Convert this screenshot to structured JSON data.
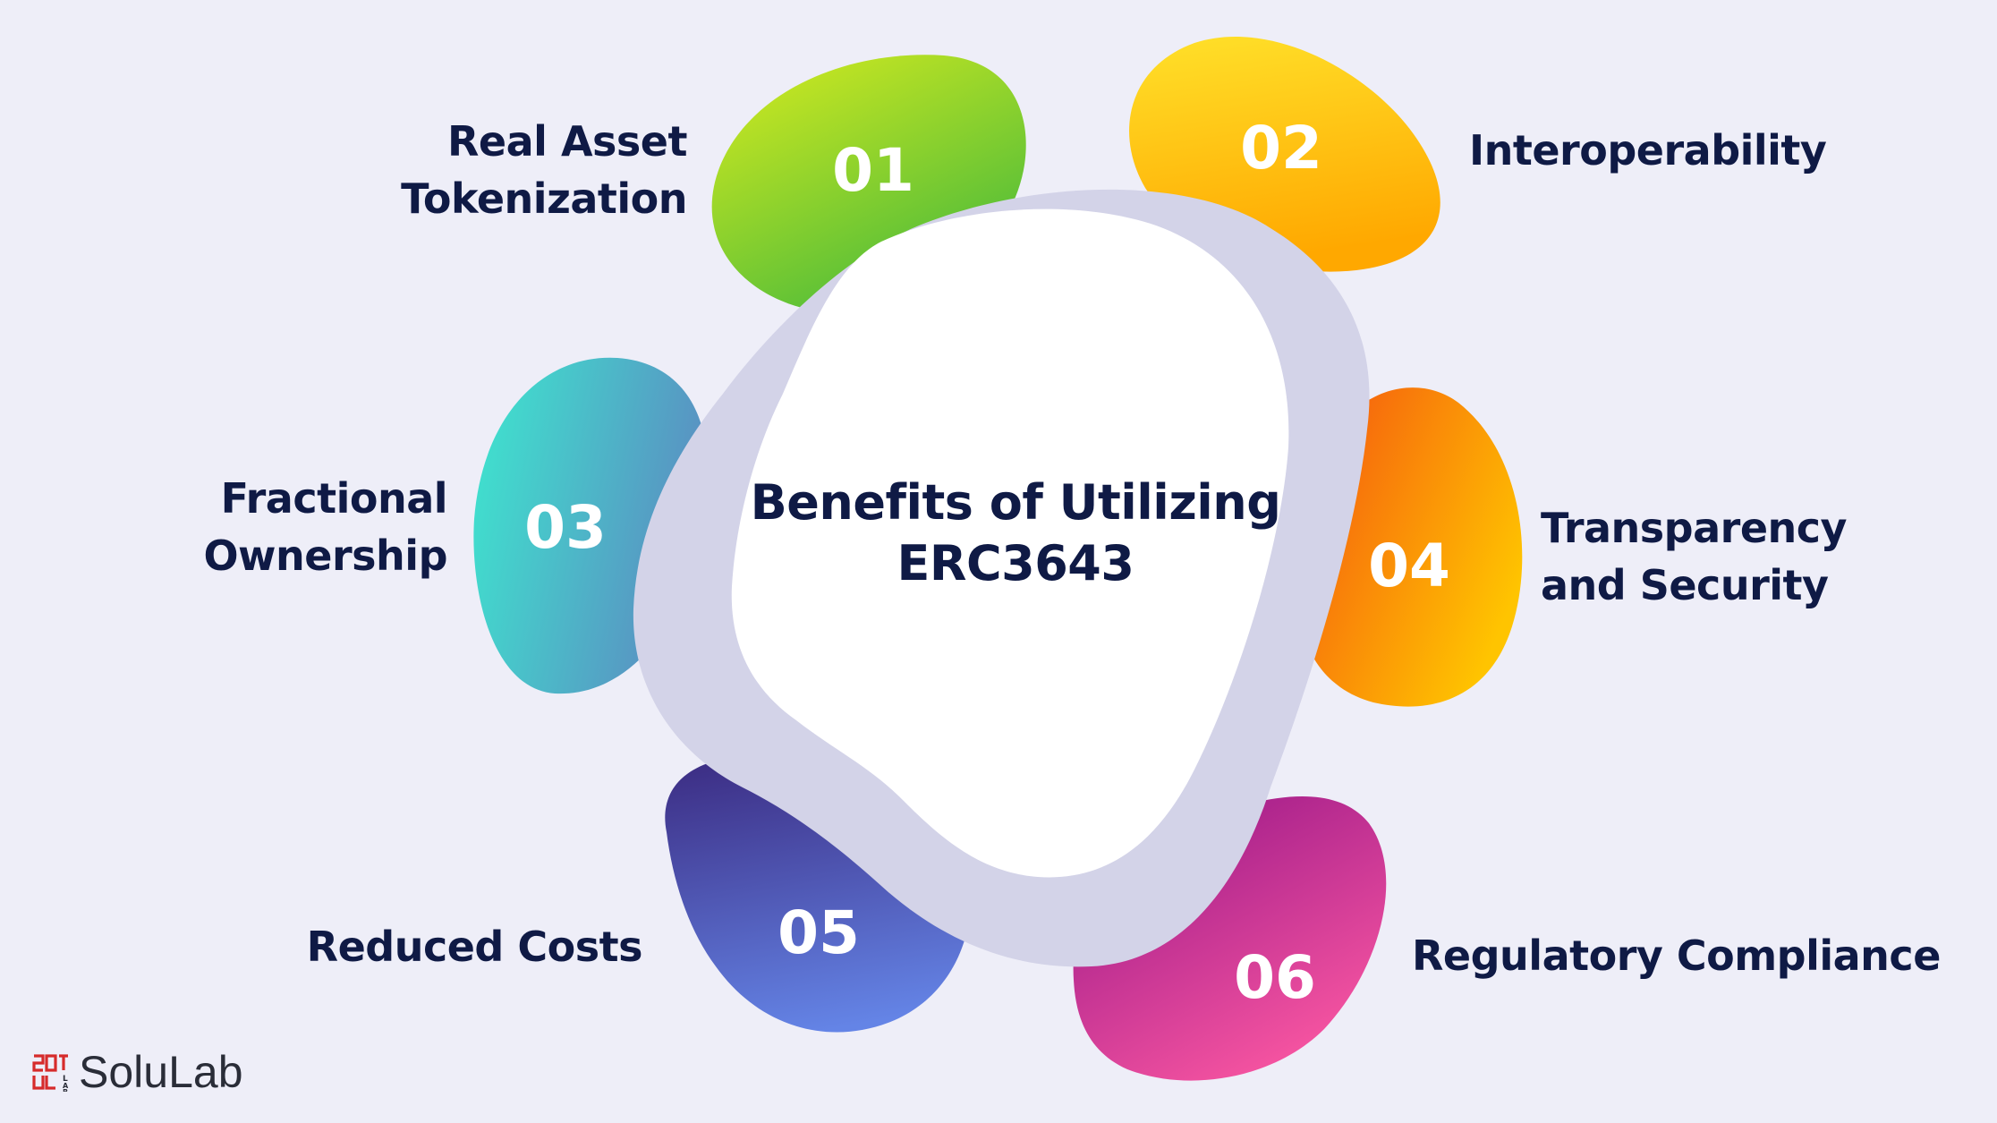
{
  "center": {
    "title_line1": "Benefits of Utilizing",
    "title_line2": "ERC3643"
  },
  "items": [
    {
      "number": "01",
      "label_line1": "Real Asset",
      "label_line2": "Tokenization"
    },
    {
      "number": "02",
      "label_line1": "Interoperability",
      "label_line2": ""
    },
    {
      "number": "03",
      "label_line1": "Fractional",
      "label_line2": "Ownership"
    },
    {
      "number": "04",
      "label_line1": "Transparency",
      "label_line2": "and Security"
    },
    {
      "number": "05",
      "label_line1": "Reduced Costs",
      "label_line2": ""
    },
    {
      "number": "06",
      "label_line1": "Regulatory Compliance",
      "label_line2": ""
    }
  ],
  "brand": {
    "name": "SoluLab",
    "logo_icon": "solulab-logo-icon",
    "accent": "#d62b2b"
  },
  "colors": {
    "background": "#eeeef8",
    "text": "#0f1a45",
    "ring": "#d3d3e8",
    "core": "#ffffff"
  }
}
